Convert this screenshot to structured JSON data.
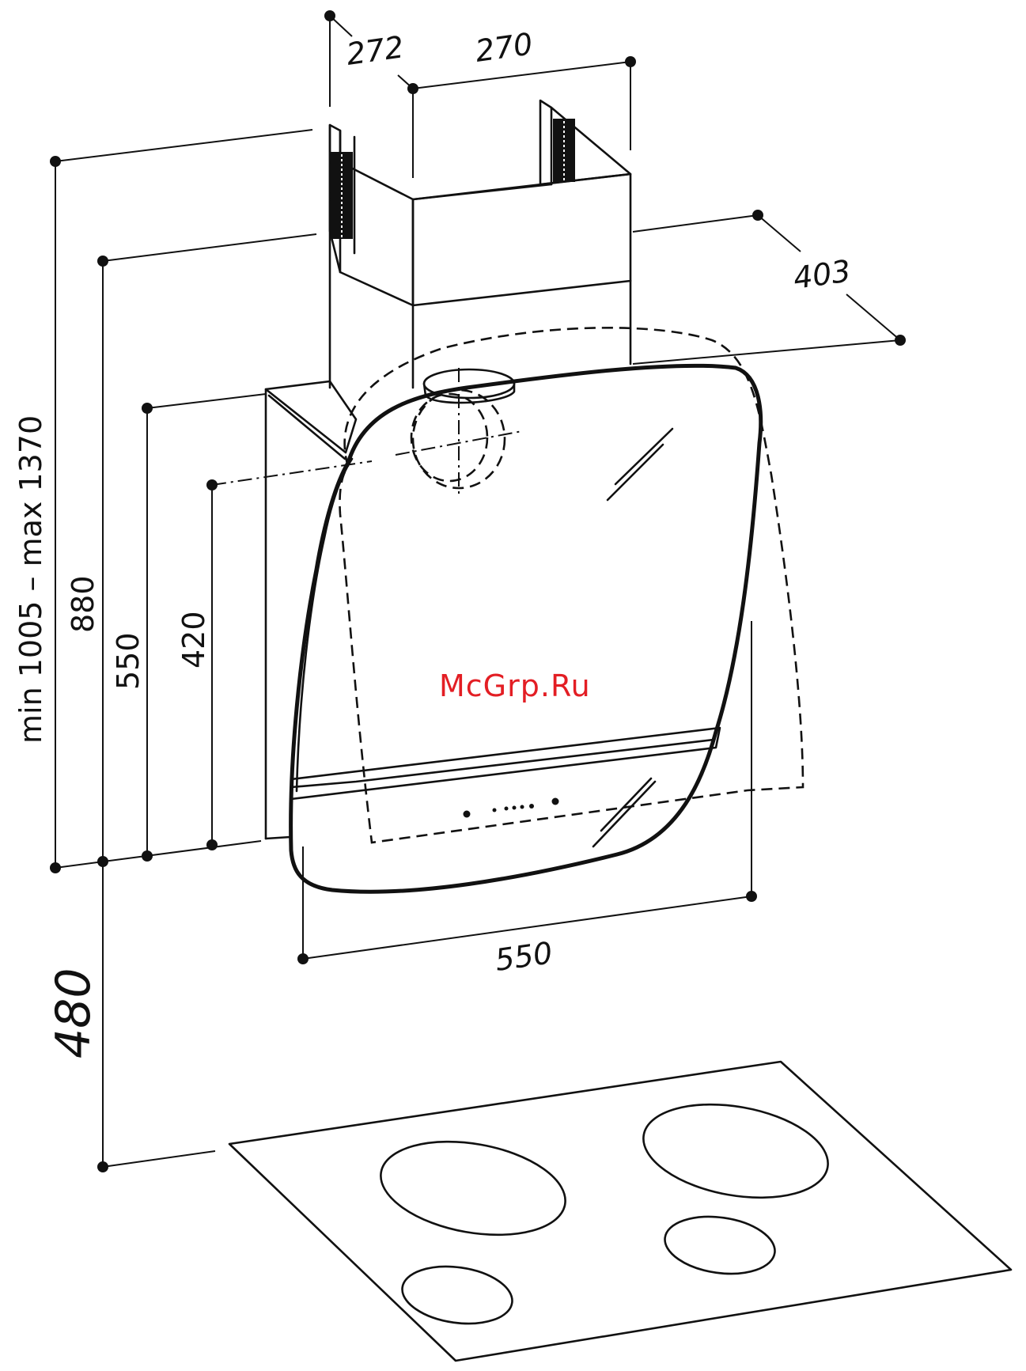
{
  "watermark": {
    "text": "McGrp.Ru",
    "color": "#e31e24"
  },
  "dimensions": {
    "duct_depth": "272",
    "duct_width": "270",
    "hood_depth": "403",
    "overall_height": "min 1005 – max 1370",
    "height_880": "880",
    "height_550": "550",
    "height_420": "420",
    "hood_width": "550",
    "clearance": "480"
  },
  "colors": {
    "line": "#111111",
    "background": "#ffffff"
  }
}
